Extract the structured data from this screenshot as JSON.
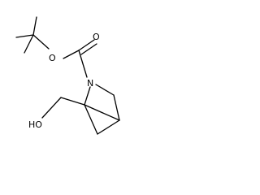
{
  "molecule": {
    "atoms": {
      "carbonyl_oxygen": "O",
      "ester_oxygen": "O",
      "ring_nitrogen": "N",
      "hydroxyl": "HO"
    },
    "colors": {
      "ink": "#000000",
      "background": "#ffffff"
    }
  }
}
